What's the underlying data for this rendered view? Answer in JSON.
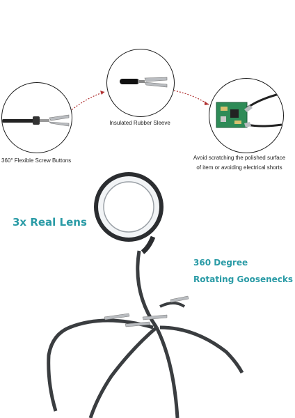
{
  "callouts": {
    "left_caption": "360° Flexible Screw Buttons",
    "middle_caption": "Insulated Rubber Sleeve",
    "right_caption_line1": "Avoid scratching the polished surface",
    "right_caption_line2": "of item or avoiding electrical shorts"
  },
  "features": {
    "lens": "3x Real Lens",
    "rotation_line1": "360 Degree",
    "rotation_line2": "Rotating Goosenecks"
  },
  "colors": {
    "feature_text": "#2a9ba6",
    "pcb": "#2e8b57",
    "metal": "#b9bcc0",
    "gooseneck": "#3a3d40"
  }
}
